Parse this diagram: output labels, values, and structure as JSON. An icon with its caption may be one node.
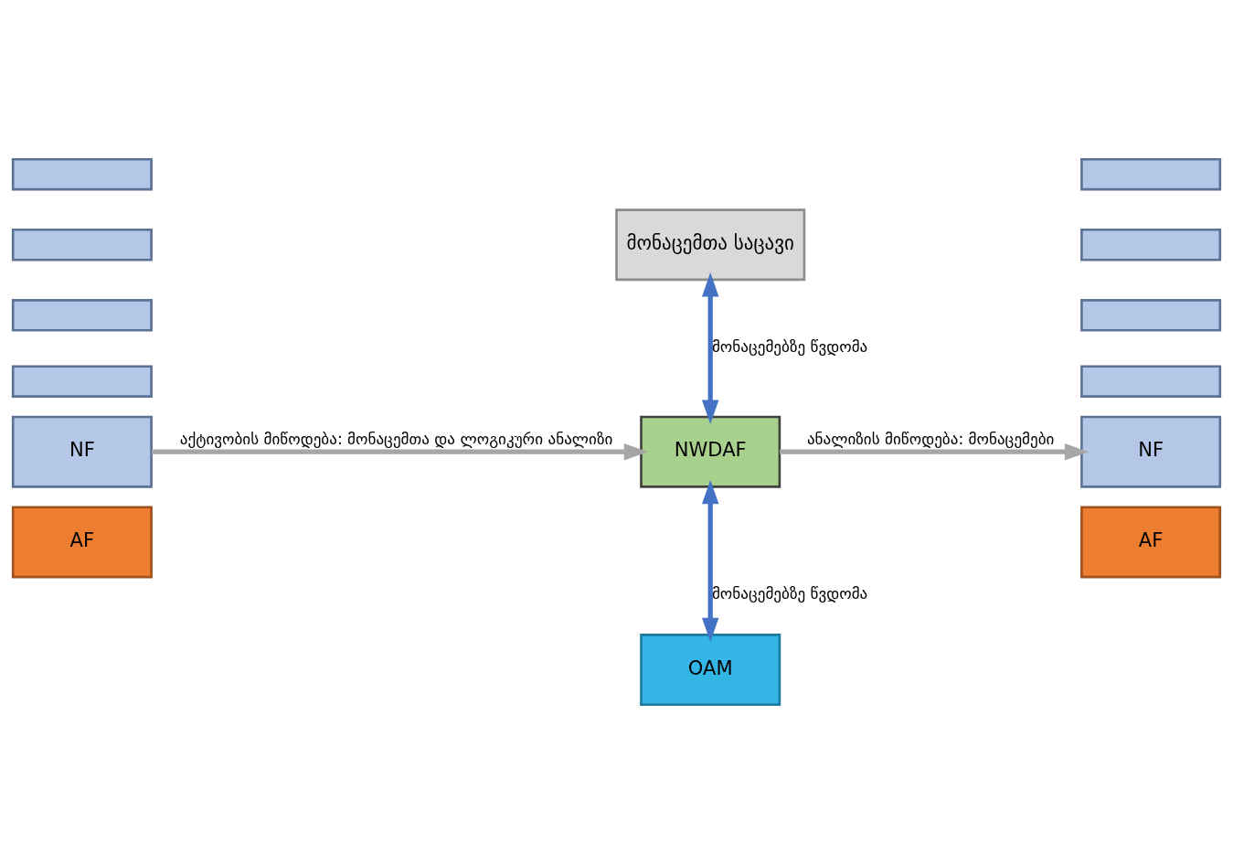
{
  "diagram": {
    "nodes": [
      {
        "text": [
          "მონაცემთა საცავი"
        ]
      },
      {
        "text": [],
        "shape": "box"
      },
      {
        "text": [],
        "shape": "box"
      },
      {
        "text": [],
        "shape": "box"
      },
      {
        "text": [],
        "shape": "box"
      },
      {
        "text": [
          "NF"
        ]
      },
      {
        "text": [
          "AF"
        ]
      },
      {
        "text": [
          "NWDAF"
        ]
      },
      {
        "text": [],
        "shape": "box"
      },
      {
        "text": [],
        "shape": "box"
      },
      {
        "text": [],
        "shape": "box"
      },
      {
        "text": [],
        "shape": "box"
      },
      {
        "text": [
          "NF"
        ]
      },
      {
        "text": [
          "AF"
        ]
      },
      {
        "text": [
          "OAM"
        ]
      }
    ],
    "edges": [
      {
        "from": 0,
        "to": 7,
        "arrow": "both",
        "label": "მონაცემებზე წვდომა",
        "color": "#4472c4"
      },
      {
        "from": 5,
        "to": 7,
        "arrow": "to",
        "label": "აქტივობის მიწოდება: მონაცემთა და ლოგიკური ანალიზი",
        "color": "#a6a6a6"
      },
      {
        "from": 7,
        "to": 12,
        "arrow": "to",
        "label": "ანალიზის მიწოდება: მონაცემები",
        "color": "#a6a6a6"
      },
      {
        "from": 7,
        "to": 14,
        "arrow": "both",
        "label": "მონაცემებზე წვდომა",
        "color": "#4472c4"
      }
    ]
  }
}
